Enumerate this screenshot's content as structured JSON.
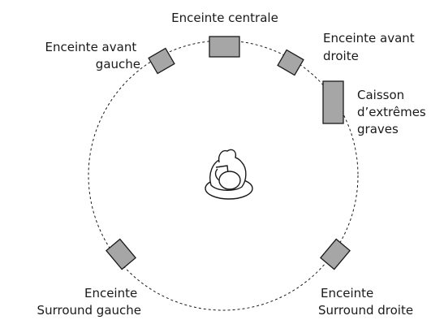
{
  "speakers": {
    "center": {
      "label": "Enceinte centrale"
    },
    "front_left": {
      "label_line1": "Enceinte avant",
      "label_line2": "gauche"
    },
    "front_right": {
      "label_line1": "Enceinte avant",
      "label_line2": "droite"
    },
    "subwoofer": {
      "label_line1": "Caisson",
      "label_line2": "d’extrêmes",
      "label_line3": "graves"
    },
    "surround_left": {
      "label_line1": "Enceinte",
      "label_line2": "Surround gauche"
    },
    "surround_right": {
      "label_line1": "Enceinte",
      "label_line2": "Surround droite"
    }
  },
  "colors": {
    "speaker_fill": "#a6a6a6",
    "outline": "#1a1a1a",
    "background": "#ffffff"
  },
  "icons": {
    "listener": "listener-icon",
    "speaker": "speaker-icon"
  }
}
